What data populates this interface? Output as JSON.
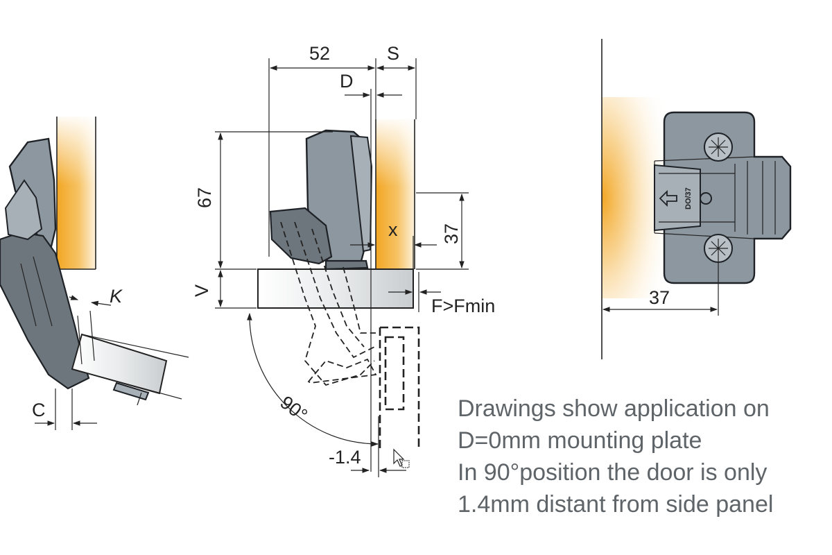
{
  "colors": {
    "cabinet_glow": "#f2a623",
    "hinge_fill": "#8d979f",
    "hinge_outline": "#1e2226",
    "line": "#222222",
    "note_text": "#5f6468"
  },
  "left_view": {
    "label_k": "K",
    "label_c": "C"
  },
  "center_view": {
    "dim_52": "52",
    "dim_s": "S",
    "dim_d": "D",
    "dim_67": "67",
    "dim_37": "37",
    "dim_x": "x",
    "dim_v": "V",
    "label_f": "F>Fmin",
    "angle": "90°",
    "offset": "-1.4"
  },
  "right_view": {
    "plate_marking": "DO/37",
    "dim_37": "37"
  },
  "notes": [
    "Drawings show application on",
    "D=0mm mounting plate",
    "In 90°position the door is only",
    "1.4mm distant from side panel"
  ]
}
